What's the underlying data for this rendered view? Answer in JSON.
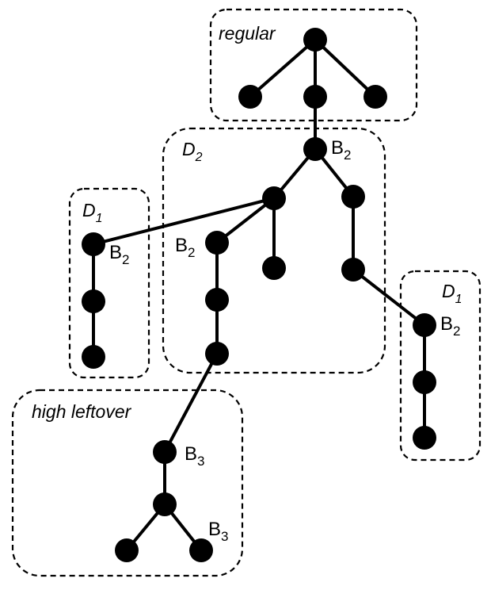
{
  "regions": [
    {
      "id": "regular",
      "label": "regular",
      "sub": ""
    },
    {
      "id": "d2",
      "label": "D",
      "sub": "2"
    },
    {
      "id": "d1-left",
      "label": "D",
      "sub": "1"
    },
    {
      "id": "d1-right",
      "label": "D",
      "sub": "1"
    },
    {
      "id": "high-leftover",
      "label": "high leftover",
      "sub": ""
    }
  ],
  "node_labels": [
    {
      "node": "n4",
      "text": "B",
      "sub": "2"
    },
    {
      "node": "n7",
      "text": "B",
      "sub": "2"
    },
    {
      "node": "n11",
      "text": "B",
      "sub": "2"
    },
    {
      "node": "n14",
      "text": "B",
      "sub": "2"
    },
    {
      "node": "n18",
      "text": "B",
      "sub": "3"
    },
    {
      "node": "n21",
      "text": "B",
      "sub": "3"
    }
  ],
  "edges": [
    [
      "n0",
      "n1"
    ],
    [
      "n0",
      "n2"
    ],
    [
      "n0",
      "n3"
    ],
    [
      "n2",
      "n4"
    ],
    [
      "n4",
      "n5"
    ],
    [
      "n4",
      "n6"
    ],
    [
      "n5",
      "n7"
    ],
    [
      "n5",
      "n8"
    ],
    [
      "n5",
      "n9"
    ],
    [
      "n6",
      "n10"
    ],
    [
      "n5",
      "n11"
    ],
    [
      "n11",
      "n12"
    ],
    [
      "n12",
      "n13"
    ],
    [
      "n10",
      "n14"
    ],
    [
      "n14",
      "n15"
    ],
    [
      "n15",
      "n16"
    ],
    [
      "n7",
      "n17"
    ],
    [
      "n17",
      "n13"
    ],
    [
      "n13",
      "n18"
    ],
    [
      "n18",
      "n19"
    ],
    [
      "n19",
      "n20"
    ],
    [
      "n19",
      "n21"
    ]
  ]
}
